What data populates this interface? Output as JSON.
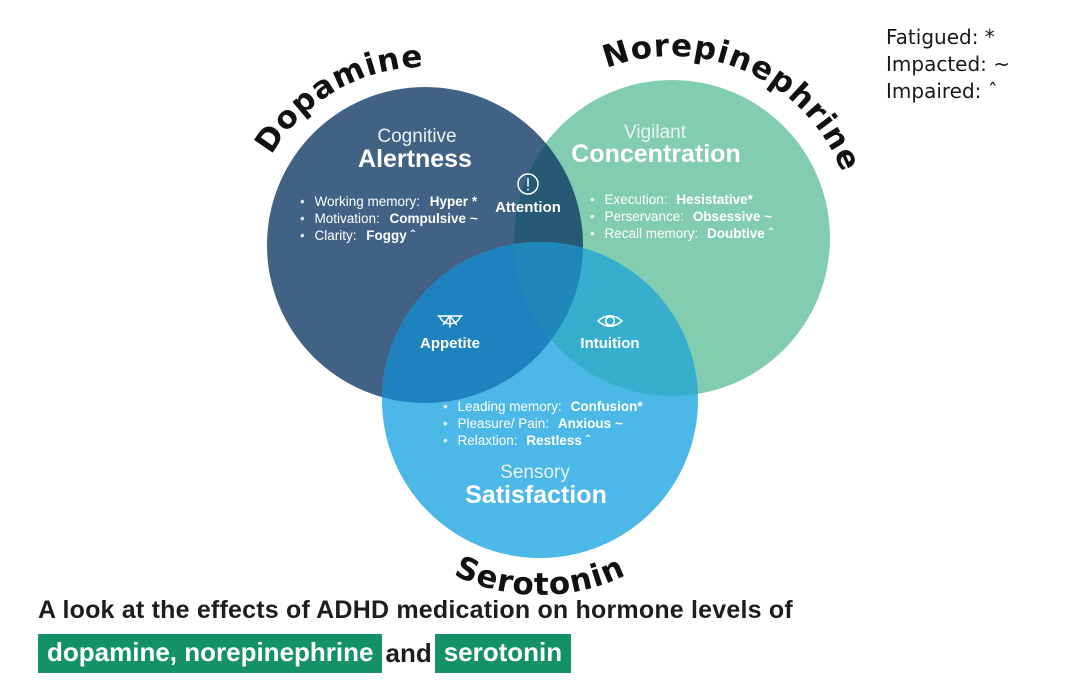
{
  "legend": {
    "items": [
      "Fatigued: *",
      "Impacted: ~",
      "Impaired: ˆ"
    ]
  },
  "colors": {
    "dopamine": "#416285",
    "norepinephrine": "#82ccb0",
    "serotonin": "#4cb8e8",
    "dopamine_norepinephrine": "#265973",
    "dopamine_serotonin": "#1e82bf",
    "norepinephrine_serotonin": "#38aece",
    "center": "#1f87b9",
    "highlight": "#15916a"
  },
  "ui": {
    "bullet": "•"
  },
  "icons": {
    "attention": "exclamation-circle-icon",
    "appetite": "citrus-slice-icon",
    "intuition": "eye-icon"
  },
  "circles": {
    "dopamine": {
      "name": "Dopamine",
      "subtitle": "Cognitive",
      "title": "Alertness",
      "items": [
        {
          "label": "Working memory:",
          "value": "Hyper *"
        },
        {
          "label": "Motivation:",
          "value": "Compulsive ~"
        },
        {
          "label": "Clarity:",
          "value": "Foggy ˆ"
        }
      ]
    },
    "norepinephrine": {
      "name": "Norepinephrine",
      "subtitle": "Vigilant",
      "title": "Concentration",
      "items": [
        {
          "label": "Execution:",
          "value": "Hesistative*"
        },
        {
          "label": "Perservance:",
          "value": "Obsessive ~"
        },
        {
          "label": "Recall memory:",
          "value": "Doubtive ˆ"
        }
      ]
    },
    "serotonin": {
      "name": "Serotonin",
      "subtitle": "Sensory",
      "title": "Satisfaction",
      "items": [
        {
          "label": "Leading memory:",
          "value": "Confusion*"
        },
        {
          "label": "Pleasure/ Pain:",
          "value": "Anxious ~"
        },
        {
          "label": "Relaxtion:",
          "value": "Restless ˆ"
        }
      ]
    }
  },
  "overlaps": {
    "attention": {
      "label": "Attention"
    },
    "appetite": {
      "label": "Appetite"
    },
    "intuition": {
      "label": "Intuition"
    }
  },
  "caption": {
    "line1": "A look at the effects of ADHD medication on hormone levels of",
    "highlight1": "dopamine, norepinephrine",
    "middle": "and",
    "highlight2": "serotonin"
  }
}
